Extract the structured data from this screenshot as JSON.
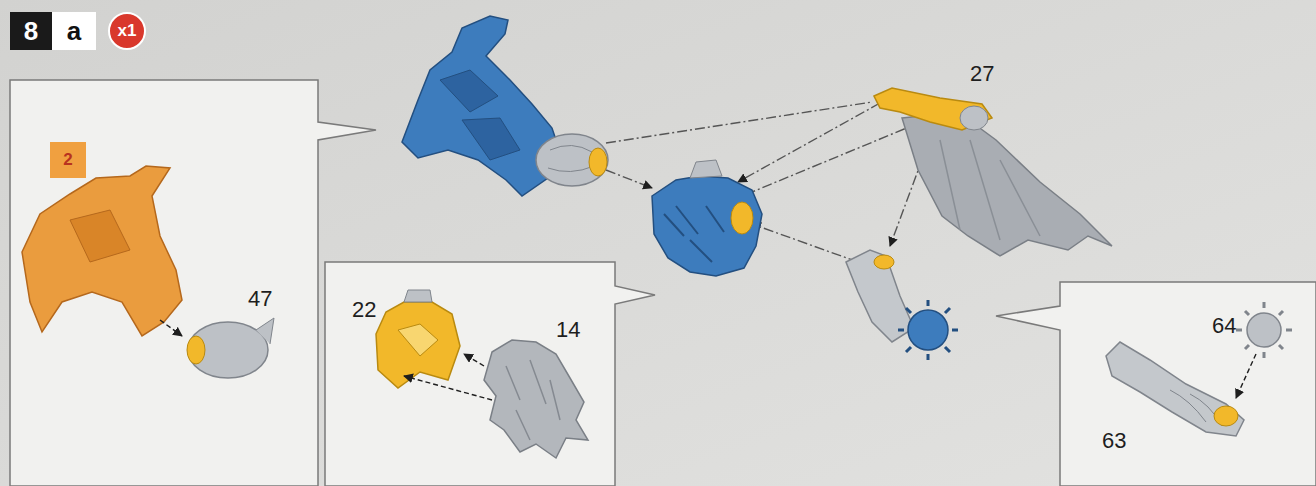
{
  "diagram": {
    "nodes": [
      {
        "text": [
          "8"
        ]
      },
      {
        "text": [
          "a"
        ]
      },
      {
        "text": [
          "x1"
        ]
      },
      {
        "text": [
          "2"
        ]
      }
    ],
    "labels": [
      "47",
      "22",
      "14",
      "27",
      "64",
      "63"
    ]
  }
}
